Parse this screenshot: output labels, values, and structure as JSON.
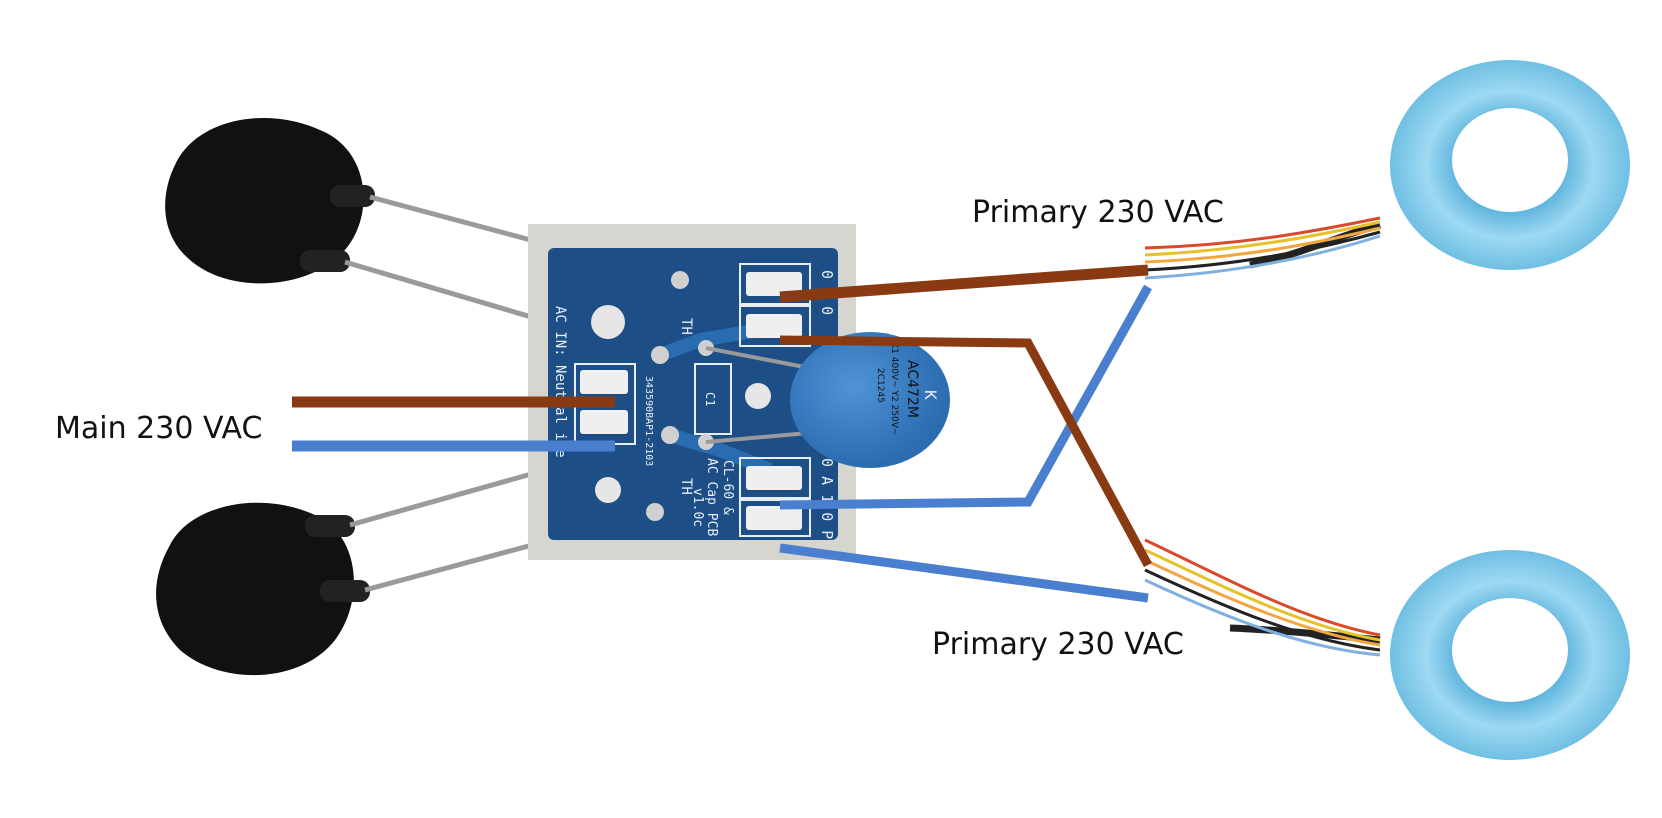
{
  "labels": {
    "main": "Main 230 VAC",
    "primary_top": "Primary 230 VAC",
    "primary_bottom": "Primary 230 VAC"
  },
  "pcb": {
    "th_top": "TH",
    "th_bottom": "TH",
    "ac_in": "AC IN: Neutral ine",
    "c1": "C1",
    "serial": "343590BAP1-2103",
    "title_line1": "CL-60 &",
    "title_line2": "AC Cap PCB",
    "version": "v1.0c",
    "out_top": "0 A 0",
    "out_bottom": "1 0 A 1 0 P"
  },
  "capacitor": {
    "brand": "K",
    "part": "AC472M",
    "rating_line1": "X1 400V~ Y2 250V~",
    "rating_line2": "2C1245"
  },
  "colors": {
    "brown_wire": "#8a3a12",
    "blue_wire": "#4a7fd0",
    "pcb": "#1d4f86",
    "toroid": "#8fd0ec",
    "ntc": "#111111"
  }
}
